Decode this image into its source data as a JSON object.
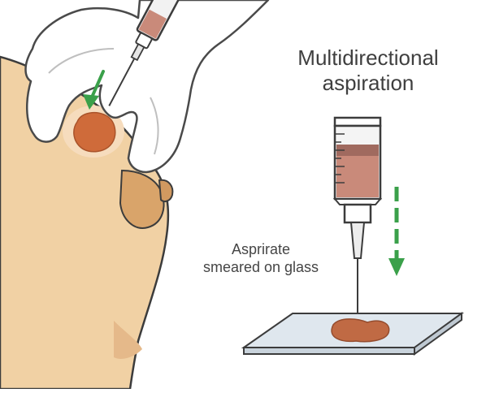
{
  "title": {
    "line1": "Multidirectional",
    "line2": "aspiration"
  },
  "caption": {
    "line1": "Asprirate",
    "line2": "smeared on glass"
  },
  "colors": {
    "skin": "#f1d1a4",
    "skin_shadow": "#e9c08c",
    "areola": "#d9a46a",
    "lesion": "#cf6b3a",
    "glove": "#ffffff",
    "glove_outline": "#4a4a4a",
    "syringe_fluid": "#c98a7a",
    "syringe_fluid_top": "#a06a5f",
    "slide": "#dfe7ee",
    "smear": "#c06a44",
    "arrow": "#3aa04a",
    "outline": "#3c3c3c"
  }
}
